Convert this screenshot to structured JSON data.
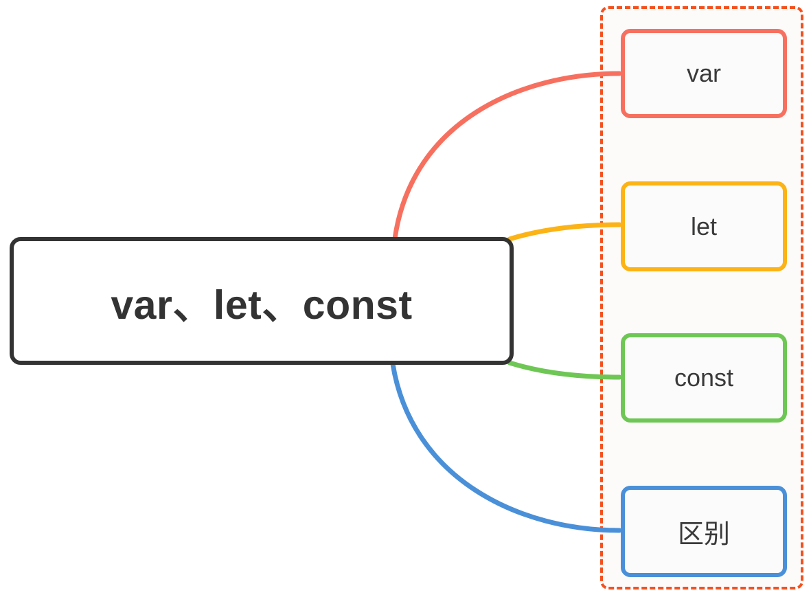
{
  "diagram": {
    "type": "mind-map",
    "title": "var、let、const",
    "background_color": "#ffffff",
    "root": {
      "label": "var、let、const",
      "border_color": "#333333",
      "text_color": "#333333",
      "fill_color": "#ffffff"
    },
    "children": [
      {
        "label": "var",
        "border_color": "#f7705f",
        "connector_color": "#f7705f",
        "text_color": "#3a3a3a"
      },
      {
        "label": "let",
        "border_color": "#fbb316",
        "connector_color": "#fbb316",
        "text_color": "#3a3a3a"
      },
      {
        "label": "const",
        "border_color": "#6ec754",
        "connector_color": "#6ec754",
        "text_color": "#3a3a3a"
      },
      {
        "label": "区别",
        "border_color": "#4a90d9",
        "connector_color": "#4a90d9",
        "text_color": "#3a3a3a"
      }
    ],
    "selection": {
      "style": "dashed",
      "color": "#f4511e",
      "fill_color": "#fdfafa"
    }
  }
}
